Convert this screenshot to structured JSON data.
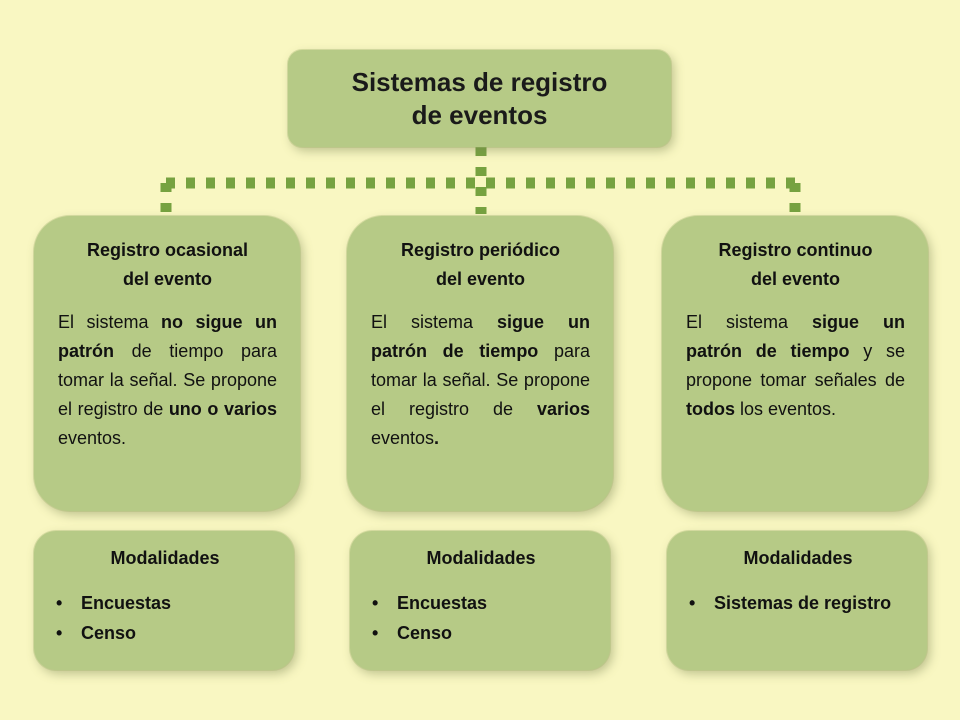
{
  "root": {
    "title_line1": "Sistemas de registro",
    "title_line2": "de eventos"
  },
  "categories": [
    {
      "title_line1": "Registro ocasional",
      "title_line2": "del evento",
      "description": [
        {
          "text": "El sistema ",
          "bold": false
        },
        {
          "text": "no sigue un patrón",
          "bold": true
        },
        {
          "text": " de tiempo para tomar la señal. Se propone el registro de ",
          "bold": false
        },
        {
          "text": "uno o varios",
          "bold": true
        },
        {
          "text": " eventos.",
          "bold": false
        }
      ]
    },
    {
      "title_line1": "Registro periódico",
      "title_line2": "del evento",
      "description": [
        {
          "text": "El sistema ",
          "bold": false
        },
        {
          "text": "sigue un patrón de tiempo",
          "bold": true
        },
        {
          "text": " para tomar la señal. Se propone el registro de ",
          "bold": false
        },
        {
          "text": "varios",
          "bold": true
        },
        {
          "text": " eventos",
          "bold": false
        },
        {
          "text": ".",
          "bold": true
        }
      ]
    },
    {
      "title_line1": "Registro continuo",
      "title_line2": "del evento",
      "description": [
        {
          "text": "El sistema ",
          "bold": false
        },
        {
          "text": "sigue un patrón de tiempo",
          "bold": true
        },
        {
          "text": " y se propone tomar señales de ",
          "bold": false
        },
        {
          "text": "todos",
          "bold": true
        },
        {
          "text": " los eventos.",
          "bold": false
        }
      ]
    }
  ],
  "modalities": [
    {
      "title": "Modalidades",
      "bullet": "•",
      "items": [
        "Encuestas",
        "Censo"
      ]
    },
    {
      "title": "Modalidades",
      "bullet": "•",
      "items": [
        "Encuestas",
        "Censo"
      ]
    },
    {
      "title": "Modalidades",
      "bullet": "•",
      "items": [
        "Sistemas de registro"
      ]
    }
  ],
  "colors": {
    "background": "#f9f7c2",
    "box_fill": "#b6ca86",
    "connector": "#76a240"
  }
}
